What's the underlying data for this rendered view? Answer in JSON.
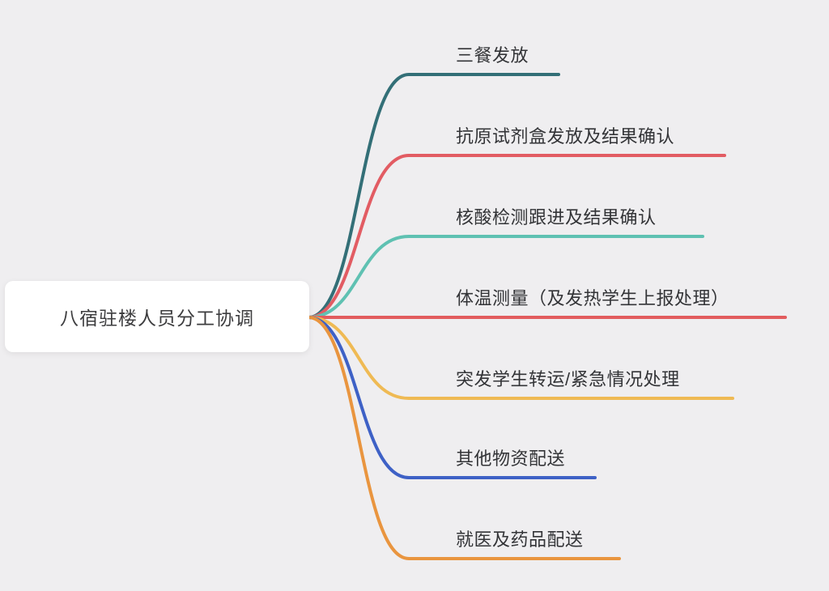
{
  "background": "#efeef0",
  "root": {
    "label": "八宿驻楼人员分工协调",
    "fill": "#ffffff"
  },
  "branches": [
    {
      "label": "三餐发放",
      "color": "#336f77"
    },
    {
      "label": "抗原试剂盒发放及结果确认",
      "color": "#e25c63"
    },
    {
      "label": "核酸检测跟进及结果确认",
      "color": "#5fc1b2"
    },
    {
      "label": "体温测量（及发热学生上报处理）",
      "color": "#e25c5e"
    },
    {
      "label": "突发学生转运/紧急情况处理",
      "color": "#efba54"
    },
    {
      "label": "其他物资配送",
      "color": "#3e61c6"
    },
    {
      "label": "就医及药品配送",
      "color": "#e9953f"
    }
  ]
}
